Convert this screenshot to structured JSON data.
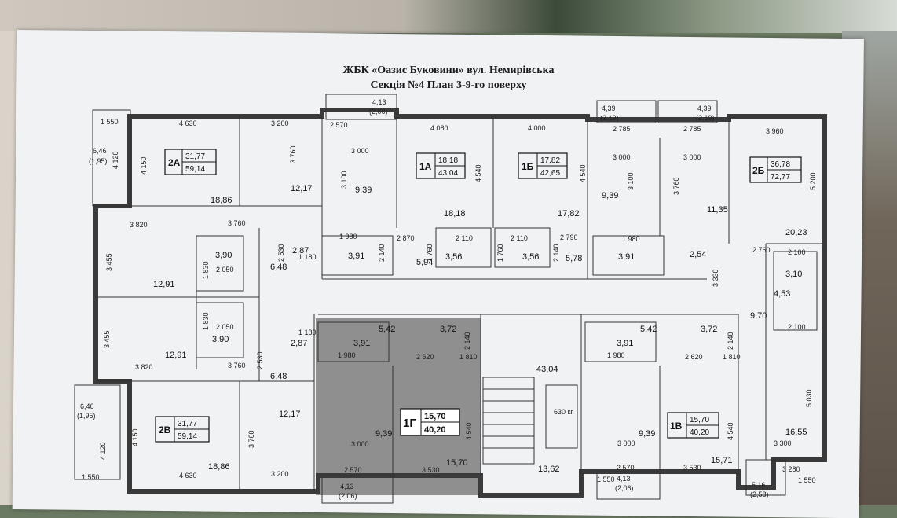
{
  "header": {
    "line1": "ЖБК «Оазис Буковини» вул. Немирівська",
    "line2": "Секція №4   План 3-9-го поверху"
  },
  "apartments": [
    {
      "id": "2А",
      "living": "31,77",
      "total": "59,14"
    },
    {
      "id": "1А",
      "living": "18,18",
      "total": "43,04"
    },
    {
      "id": "1Б",
      "living": "17,82",
      "total": "42,65"
    },
    {
      "id": "2Б",
      "living": "36,78",
      "total": "72,77"
    },
    {
      "id": "2В",
      "living": "31,77",
      "total": "59,14"
    },
    {
      "id": "1Г",
      "living": "15,70",
      "total": "40,20"
    },
    {
      "id": "1В",
      "living": "15,70",
      "total": "40,20"
    }
  ],
  "room_areas": {
    "r_18_86_a": "18,86",
    "r_12_17_a": "12,17",
    "r_9_39_a": "9,39",
    "r_18_18": "18,18",
    "r_17_82": "17,82",
    "r_9_39_b": "9,39",
    "r_11_35": "11,35",
    "r_20_23": "20,23",
    "r_12_91_a": "12,91",
    "r_3_90_a": "3,90",
    "r_2_87_a": "2,87",
    "r_6_48_a": "6,48",
    "r_3_91_a": "3,91",
    "r_5_94": "5,94",
    "r_3_56_a": "3,56",
    "r_3_56_b": "3,56",
    "r_5_78": "5,78",
    "r_3_91_b": "3,91",
    "r_2_54": "2,54",
    "r_3_10": "3,10",
    "r_4_53": "4,53",
    "r_9_70": "9,70",
    "r_12_91_b": "12,91",
    "r_3_90_b": "3,90",
    "r_2_87_b": "2,87",
    "r_6_48_b": "6,48",
    "r_5_42_a": "5,42",
    "r_3_72_a": "3,72",
    "r_3_91_c": "3,91",
    "r_43_04": "43,04",
    "r_5_42_b": "5,42",
    "r_3_72_b": "3,72",
    "r_3_91_d": "3,91",
    "r_12_17_b": "12,17",
    "r_9_39_c": "9,39",
    "r_13_62": "13,62",
    "r_9_39_d": "9,39",
    "r_16_55": "16,55",
    "r_18_86_b": "18,86",
    "r_15_70": "15,70",
    "r_15_71": "15,71",
    "lift": "630 кг"
  },
  "balconies": {
    "b_top_left": "6,46",
    "b_top_left_sub": "(1,95)",
    "b_bot_left": "6,46",
    "b_bot_left_sub": "(1,95)",
    "b_top_1": "4,13",
    "b_top_1_sub": "(2,06)",
    "b_top_2": "4,39",
    "b_top_2_sub": "(2,19)",
    "b_top_3": "4,39",
    "b_top_3_sub": "(2,19)",
    "b_bot_1": "4,13",
    "b_bot_1_sub": "(2,06)",
    "b_bot_2": "4,13",
    "b_bot_2_sub": "(2,06)",
    "b_bot_3": "5,16",
    "b_bot_3_sub": "(2,58)"
  },
  "dimensions": {
    "d1": "1 550",
    "d2": "4 630",
    "d3": "3 200",
    "d4": "2 570",
    "d5": "4 080",
    "d6": "4 000",
    "d7": "2 785",
    "d8": "2 785",
    "d9": "3 960",
    "d10": "3 000",
    "d11": "3 000",
    "d12": "3 000",
    "d13": "3 820",
    "d14": "3 760",
    "d15": "1 980",
    "d16": "2 870",
    "d17": "2 110",
    "d18": "2 110",
    "d19": "2 790",
    "d20": "1 980",
    "d21": "2 760",
    "d22": "2 100",
    "d23": "2 100",
    "d24": "2 050",
    "d25": "2 050",
    "d26": "3 820",
    "d27": "3 760",
    "d28": "1 180",
    "d29": "1 180",
    "d30": "2 620",
    "d31": "1 810",
    "d32": "2 620",
    "d33": "1 810",
    "d34": "1 980",
    "d35": "1 980",
    "d36": "3 000",
    "d37": "3 000",
    "d38": "3 300",
    "d39": "4 630",
    "d40": "3 200",
    "d41": "2 570",
    "d42": "3 530",
    "d43": "2 570",
    "d44": "3 530",
    "d45": "1 550",
    "d46": "1 550",
    "d47": "3 280",
    "d48": "1 550",
    "v1": "4 120",
    "v2": "4 150",
    "v3": "3 760",
    "v4": "3 100",
    "v5": "4 540",
    "v6": "4 540",
    "v7": "3 100",
    "v8": "3 760",
    "v9": "5 200",
    "v10": "3 455",
    "v11": "3 455",
    "v12": "2 530",
    "v13": "2 530",
    "v14": "2 140",
    "v15": "1 760",
    "v16": "1 760",
    "v17": "2 140",
    "v18": "3 330",
    "v19": "4 150",
    "v20": "4 120",
    "v21": "3 760",
    "v22": "4 540",
    "v23": "2 140",
    "v24": "4 540",
    "v25": "2 140",
    "v26": "5 030",
    "v27": "1 830",
    "v28": "1 830"
  }
}
